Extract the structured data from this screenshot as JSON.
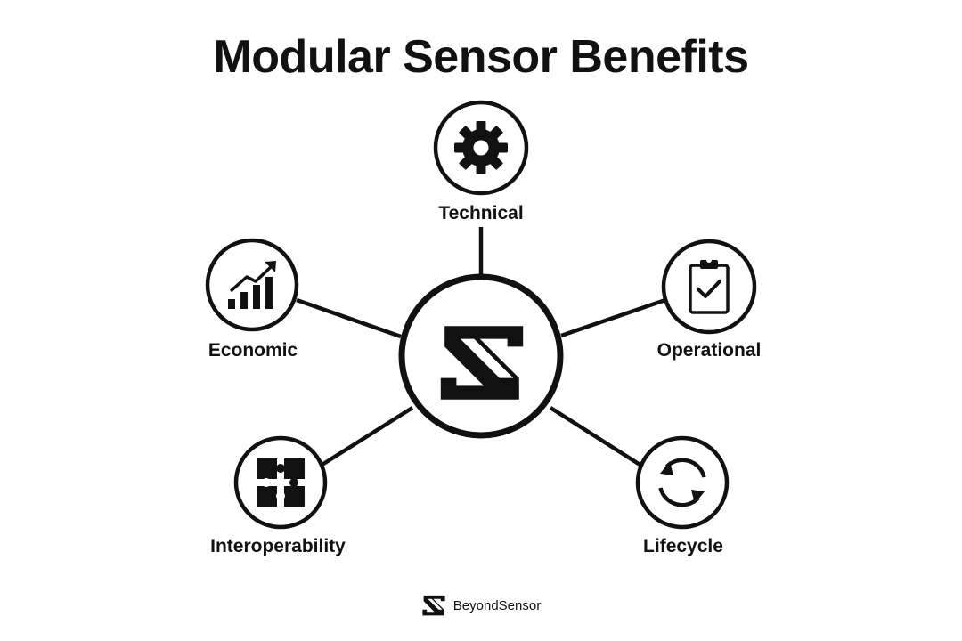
{
  "title": "Modular Sensor Benefits",
  "center": {
    "icon": "beyondsensor-logo-icon"
  },
  "nodes": [
    {
      "label": "Technical",
      "icon": "gear-icon"
    },
    {
      "label": "Economic",
      "icon": "growth-chart-icon"
    },
    {
      "label": "Operational",
      "icon": "clipboard-check-icon"
    },
    {
      "label": "Interoperability",
      "icon": "puzzle-icon"
    },
    {
      "label": "Lifecycle",
      "icon": "refresh-cycle-icon"
    }
  ],
  "footer": {
    "brand": "BeyondSensor",
    "icon": "beyondsensor-logo-icon"
  },
  "colors": {
    "ink": "#111111",
    "background": "#ffffff"
  }
}
